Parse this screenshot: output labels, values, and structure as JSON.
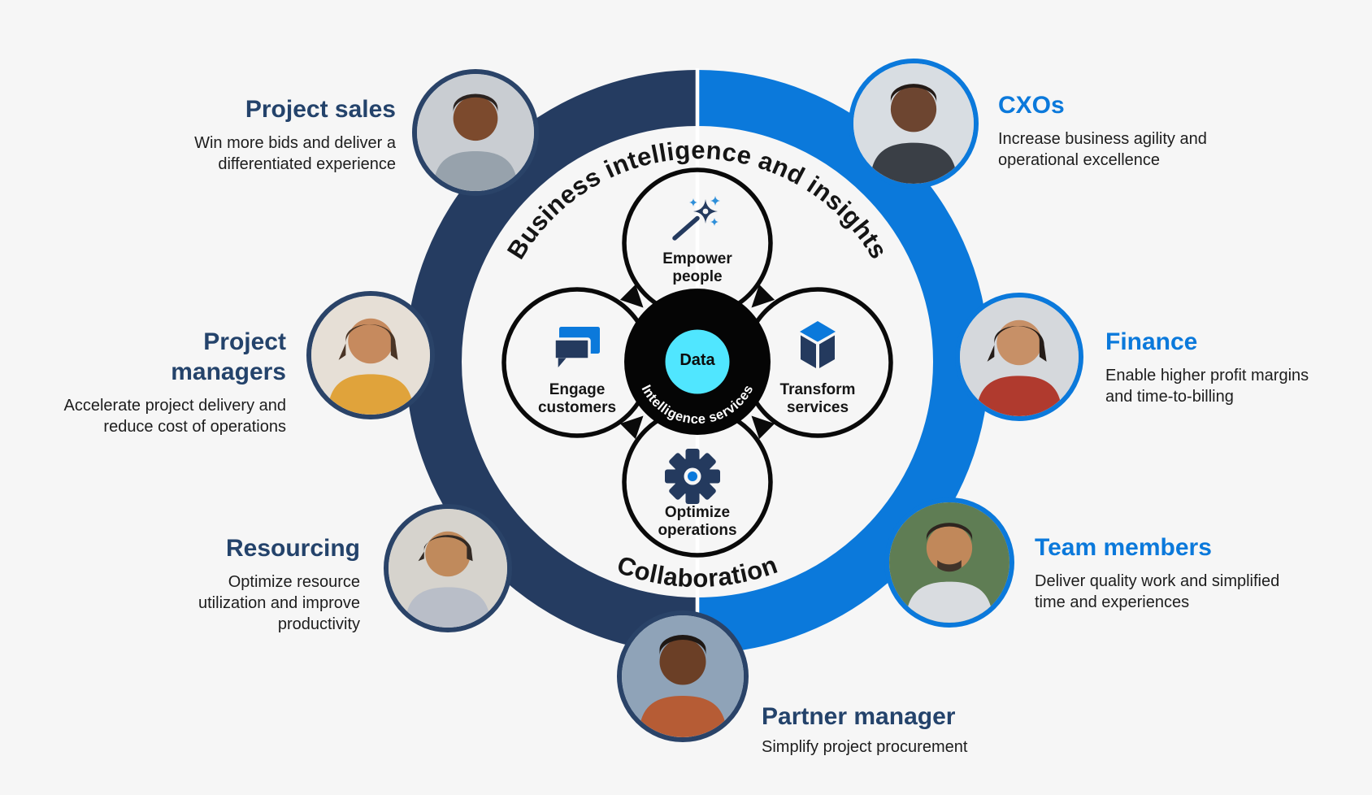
{
  "colors": {
    "navy": "#243A5E",
    "blue": "#0B79DB",
    "cyan": "#50E6FF",
    "background": "#F6F6F6",
    "arc_text": "#151515"
  },
  "diagram": {
    "top_arc_label": "Business intelligence and insights",
    "bottom_arc_label": "Collaboration",
    "center": {
      "core_label": "Data",
      "ring_label": "Intelligence services"
    },
    "nodes": [
      {
        "id": "empower-people",
        "icon": "magic-wand-icon",
        "lines": [
          "Empower",
          "people"
        ]
      },
      {
        "id": "engage-customers",
        "icon": "chat-bubbles-icon",
        "lines": [
          "Engage",
          "customers"
        ]
      },
      {
        "id": "transform-services",
        "icon": "cube-icon",
        "lines": [
          "Transform",
          "services"
        ]
      },
      {
        "id": "optimize-operations",
        "icon": "gear-icon",
        "lines": [
          "Optimize",
          "operations"
        ]
      }
    ]
  },
  "personas": [
    {
      "id": "project-sales",
      "title": "Project sales",
      "description_lines": [
        "Win more bids and deliver a",
        "differentiated experience"
      ]
    },
    {
      "id": "cxos",
      "title": "CXOs",
      "description_lines": [
        "Increase business agility and",
        "operational excellence"
      ]
    },
    {
      "id": "project-managers",
      "title": "Project managers",
      "description_lines": [
        "Accelerate project delivery and",
        "reduce cost of operations"
      ]
    },
    {
      "id": "finance",
      "title": "Finance",
      "description_lines": [
        "Enable higher profit margins",
        "and time-to-billing"
      ]
    },
    {
      "id": "resourcing",
      "title": "Resourcing",
      "description_lines": [
        "Optimize resource",
        "utilization and improve",
        "productivity"
      ]
    },
    {
      "id": "team-members",
      "title": "Team members",
      "description_lines": [
        "Deliver quality work and simplified",
        "time and experiences"
      ]
    },
    {
      "id": "partner-manager",
      "title": "Partner manager",
      "description_lines": [
        "Simplify project procurement"
      ]
    }
  ]
}
